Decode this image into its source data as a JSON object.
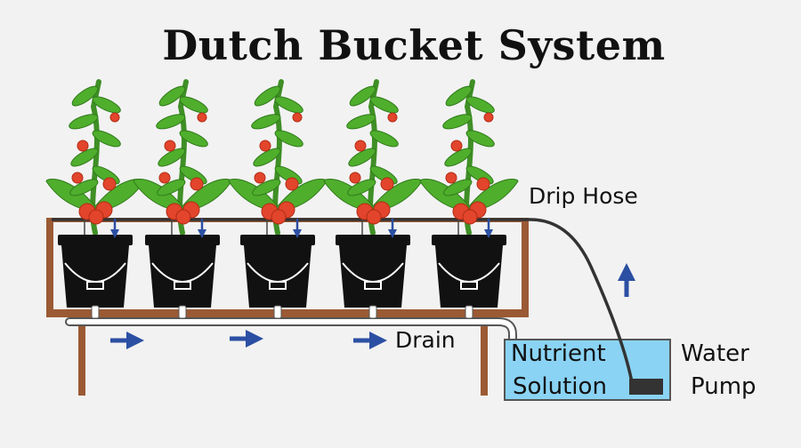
{
  "title": "Dutch Bucket System",
  "labels": {
    "drip_hose": "Drip Hose",
    "drain": "Drain",
    "nutrient_line1": "Nutrient",
    "nutrient_line2": "Solution",
    "pump_line1": "Water",
    "pump_line2": "Pump"
  },
  "colors": {
    "background": "#f2f2f2",
    "wood": "#9b5a34",
    "bucket": "#111111",
    "leaf": "#4fae2c",
    "stem": "#3f8f26",
    "tomato": "#e2452b",
    "arrow": "#2b4fa3",
    "reservoir_fill": "#8ad3f4",
    "hose": "#333333"
  },
  "buckets": [
    {
      "id": 1
    },
    {
      "id": 2
    },
    {
      "id": 3
    },
    {
      "id": 4
    },
    {
      "id": 5
    }
  ]
}
